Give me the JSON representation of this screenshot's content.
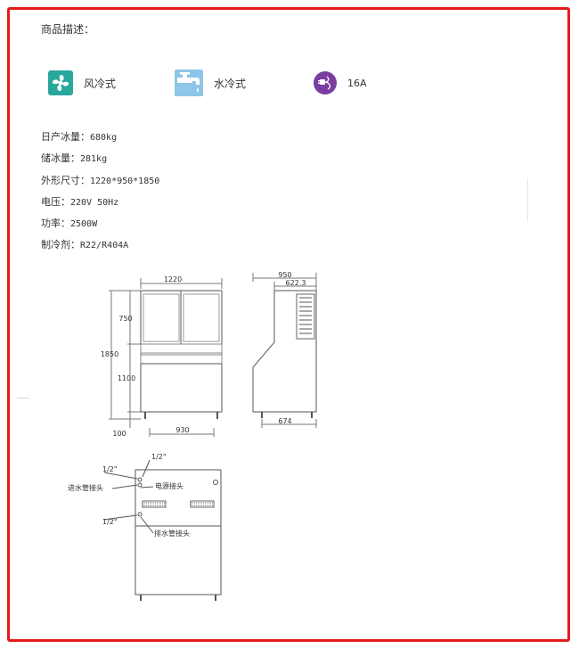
{
  "heading": "商品描述：",
  "features": [
    {
      "icon": "fan-icon",
      "label": "风冷式",
      "color": "#2aa79b"
    },
    {
      "icon": "water-tap-icon",
      "label": "水冷式",
      "color": "#6ab0d8"
    },
    {
      "icon": "power-plug-icon",
      "label": "16A",
      "color": "#7a3ea0"
    }
  ],
  "specs": [
    {
      "label": "日产冰量：",
      "value": "680kg"
    },
    {
      "label": "储冰量：",
      "value": "281kg"
    },
    {
      "label": "外形尺寸：",
      "value": "1220*950*1850"
    },
    {
      "label": "电压：",
      "value": "220V 50Hz"
    },
    {
      "label": "功率：",
      "value": "2500W"
    },
    {
      "label": "制冷剂：",
      "value": "R22/R404A"
    }
  ],
  "drawing_front": {
    "width": "1220",
    "height_total": "1850",
    "height_top": "750",
    "height_bottom": "1100",
    "leg": "100",
    "base": "930"
  },
  "drawing_side": {
    "depth_total": "950",
    "depth_top": "622.3",
    "depth_bottom": "674"
  },
  "drawing_back": {
    "pipe_top": "1/2\"",
    "pipe_inlet": "1/2\"",
    "pipe_drain": "1/2\"",
    "inlet_label": "进水管接头",
    "power_label": "电源接头",
    "drain_label": "排水管接头"
  },
  "colors": {
    "border": "#e31b1b"
  }
}
